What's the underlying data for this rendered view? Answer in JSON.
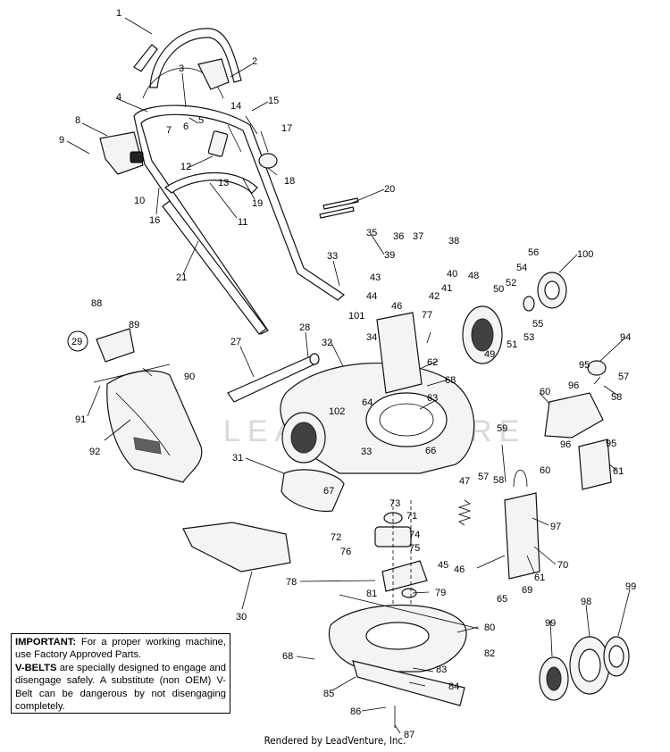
{
  "watermark": "LEADVENTURE",
  "ref_badge": "29",
  "notice": {
    "head1": "IMPORTANT:",
    "text1": " For a proper working machine, use Factory Approved Parts.",
    "head2": "V-BELTS",
    "text2": " are specially designed to engage and disengage safely. A substitute (non OEM) V-Belt can be dangerous by not disengaging completely."
  },
  "credit": "Rendered by LeadVenture, Inc.",
  "callouts": [
    "1",
    "2",
    "3",
    "4",
    "5",
    "6",
    "7",
    "8",
    "9",
    "10",
    "11",
    "12",
    "13",
    "14",
    "15",
    "16",
    "17",
    "18",
    "19",
    "20",
    "21",
    "27",
    "28",
    "30",
    "31",
    "32",
    "33",
    "33",
    "34",
    "35",
    "36",
    "37",
    "38",
    "39",
    "40",
    "41",
    "42",
    "43",
    "44",
    "45",
    "46",
    "46",
    "47",
    "48",
    "49",
    "50",
    "51",
    "52",
    "53",
    "54",
    "55",
    "56",
    "57",
    "57",
    "58",
    "58",
    "59",
    "60",
    "60",
    "61",
    "61",
    "62",
    "63",
    "64",
    "65",
    "66",
    "67",
    "68",
    "68",
    "69",
    "70",
    "71",
    "72",
    "73",
    "74",
    "75",
    "76",
    "77",
    "78",
    "79",
    "80",
    "81",
    "82",
    "83",
    "84",
    "85",
    "86",
    "87",
    "88",
    "89",
    "90",
    "91",
    "92",
    "94",
    "95",
    "95",
    "96",
    "96",
    "97",
    "98",
    "99",
    "99",
    "100",
    "101",
    "102"
  ]
}
